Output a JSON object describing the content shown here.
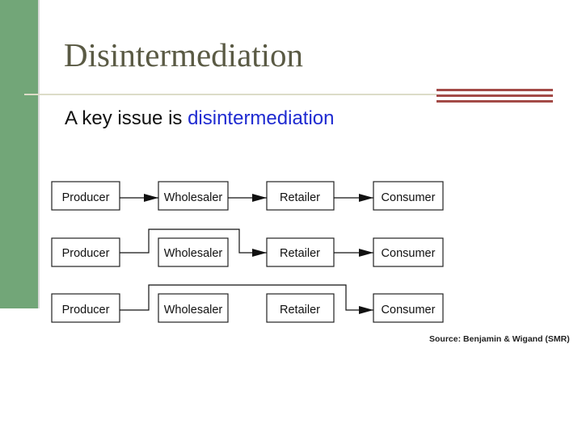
{
  "slide": {
    "title": "Disintermediation",
    "subtitle_prefix": "A key issue is ",
    "subtitle_keyword": "disintermediation",
    "source": "Source: Benjamin & Wigand (SMR)"
  },
  "diagram": {
    "rows": [
      [
        "Producer",
        "Wholesaler",
        "Retailer",
        "Consumer"
      ],
      [
        "Producer",
        "Wholesaler",
        "Retailer",
        "Consumer"
      ],
      [
        "Producer",
        "Wholesaler",
        "Retailer",
        "Consumer"
      ]
    ]
  },
  "colors": {
    "sidebar": "#72a678",
    "accent_stripes": "#a34a47",
    "keyword": "#1f2bd1"
  }
}
